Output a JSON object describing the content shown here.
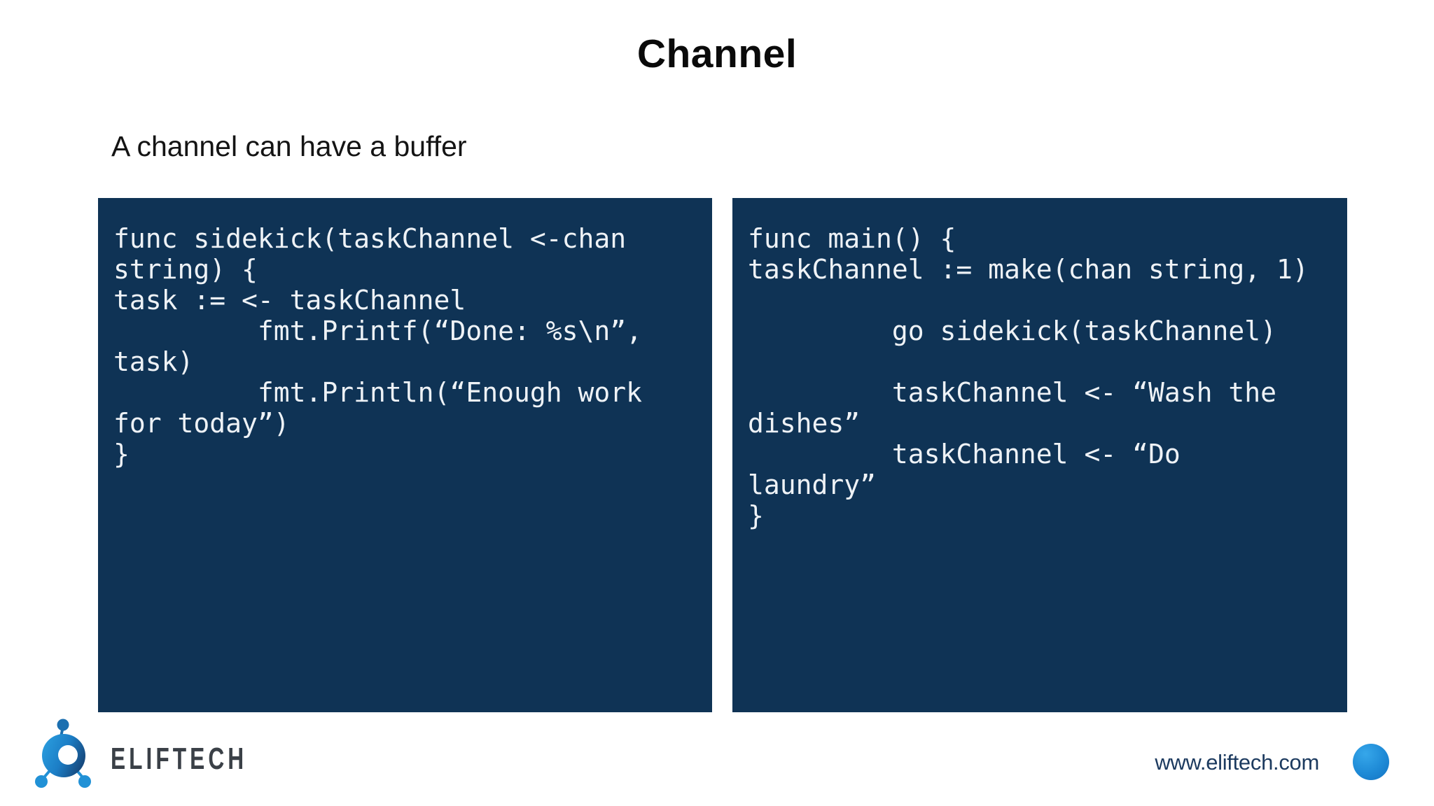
{
  "slide": {
    "title": "Channel",
    "subtitle": "A channel can have a buffer",
    "code_blocks": [
      {
        "name": "sidekick-function",
        "lines": [
          "func sidekick(taskChannel <-chan",
          "string) {",
          "task := <- taskChannel",
          "         fmt.Printf(“Done: %s\\n”,",
          "task)",
          "         fmt.Println(“Enough work",
          "for today”)",
          "}"
        ]
      },
      {
        "name": "main-function",
        "lines": [
          "func main() {",
          "taskChannel := make(chan string, 1)",
          "",
          "         go sidekick(taskChannel)",
          "",
          "         taskChannel <- “Wash the",
          "dishes”",
          "         taskChannel <- “Do",
          "laundry”",
          "}"
        ]
      }
    ]
  },
  "footer": {
    "logo_text": "ELIFTECH",
    "website": "www.eliftech.com"
  },
  "colors": {
    "code_bg": "#0f3355",
    "code_text": "#eef2f6",
    "brand_blue": "#2191d6",
    "link_navy": "#1c3a5f",
    "wordmark_gray": "#3a4047"
  }
}
